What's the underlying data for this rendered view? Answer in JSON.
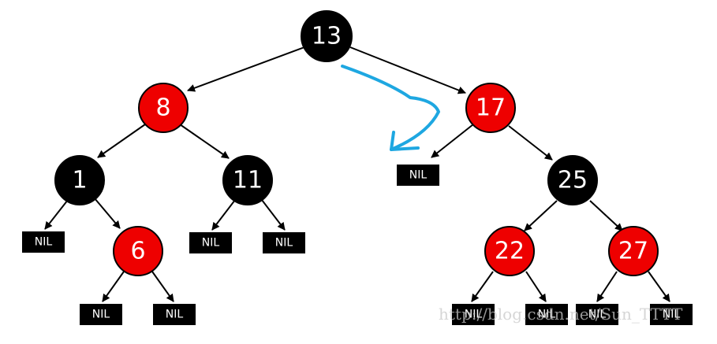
{
  "colors": {
    "red": "#ee0000",
    "black": "#000000",
    "text": "#ffffff",
    "annotation": "#1ea7e1"
  },
  "nodes": [
    {
      "id": "n13",
      "label": "13",
      "color": "black"
    },
    {
      "id": "n8",
      "label": "8",
      "color": "red"
    },
    {
      "id": "n17",
      "label": "17",
      "color": "red"
    },
    {
      "id": "n1",
      "label": "1",
      "color": "black"
    },
    {
      "id": "n11",
      "label": "11",
      "color": "black"
    },
    {
      "id": "n25",
      "label": "25",
      "color": "black"
    },
    {
      "id": "n6",
      "label": "6",
      "color": "red"
    },
    {
      "id": "n22",
      "label": "22",
      "color": "red"
    },
    {
      "id": "n27",
      "label": "27",
      "color": "red"
    }
  ],
  "nil_label": "NIL",
  "watermark": "http://blog.csdn.net/Sun_TTTT"
}
